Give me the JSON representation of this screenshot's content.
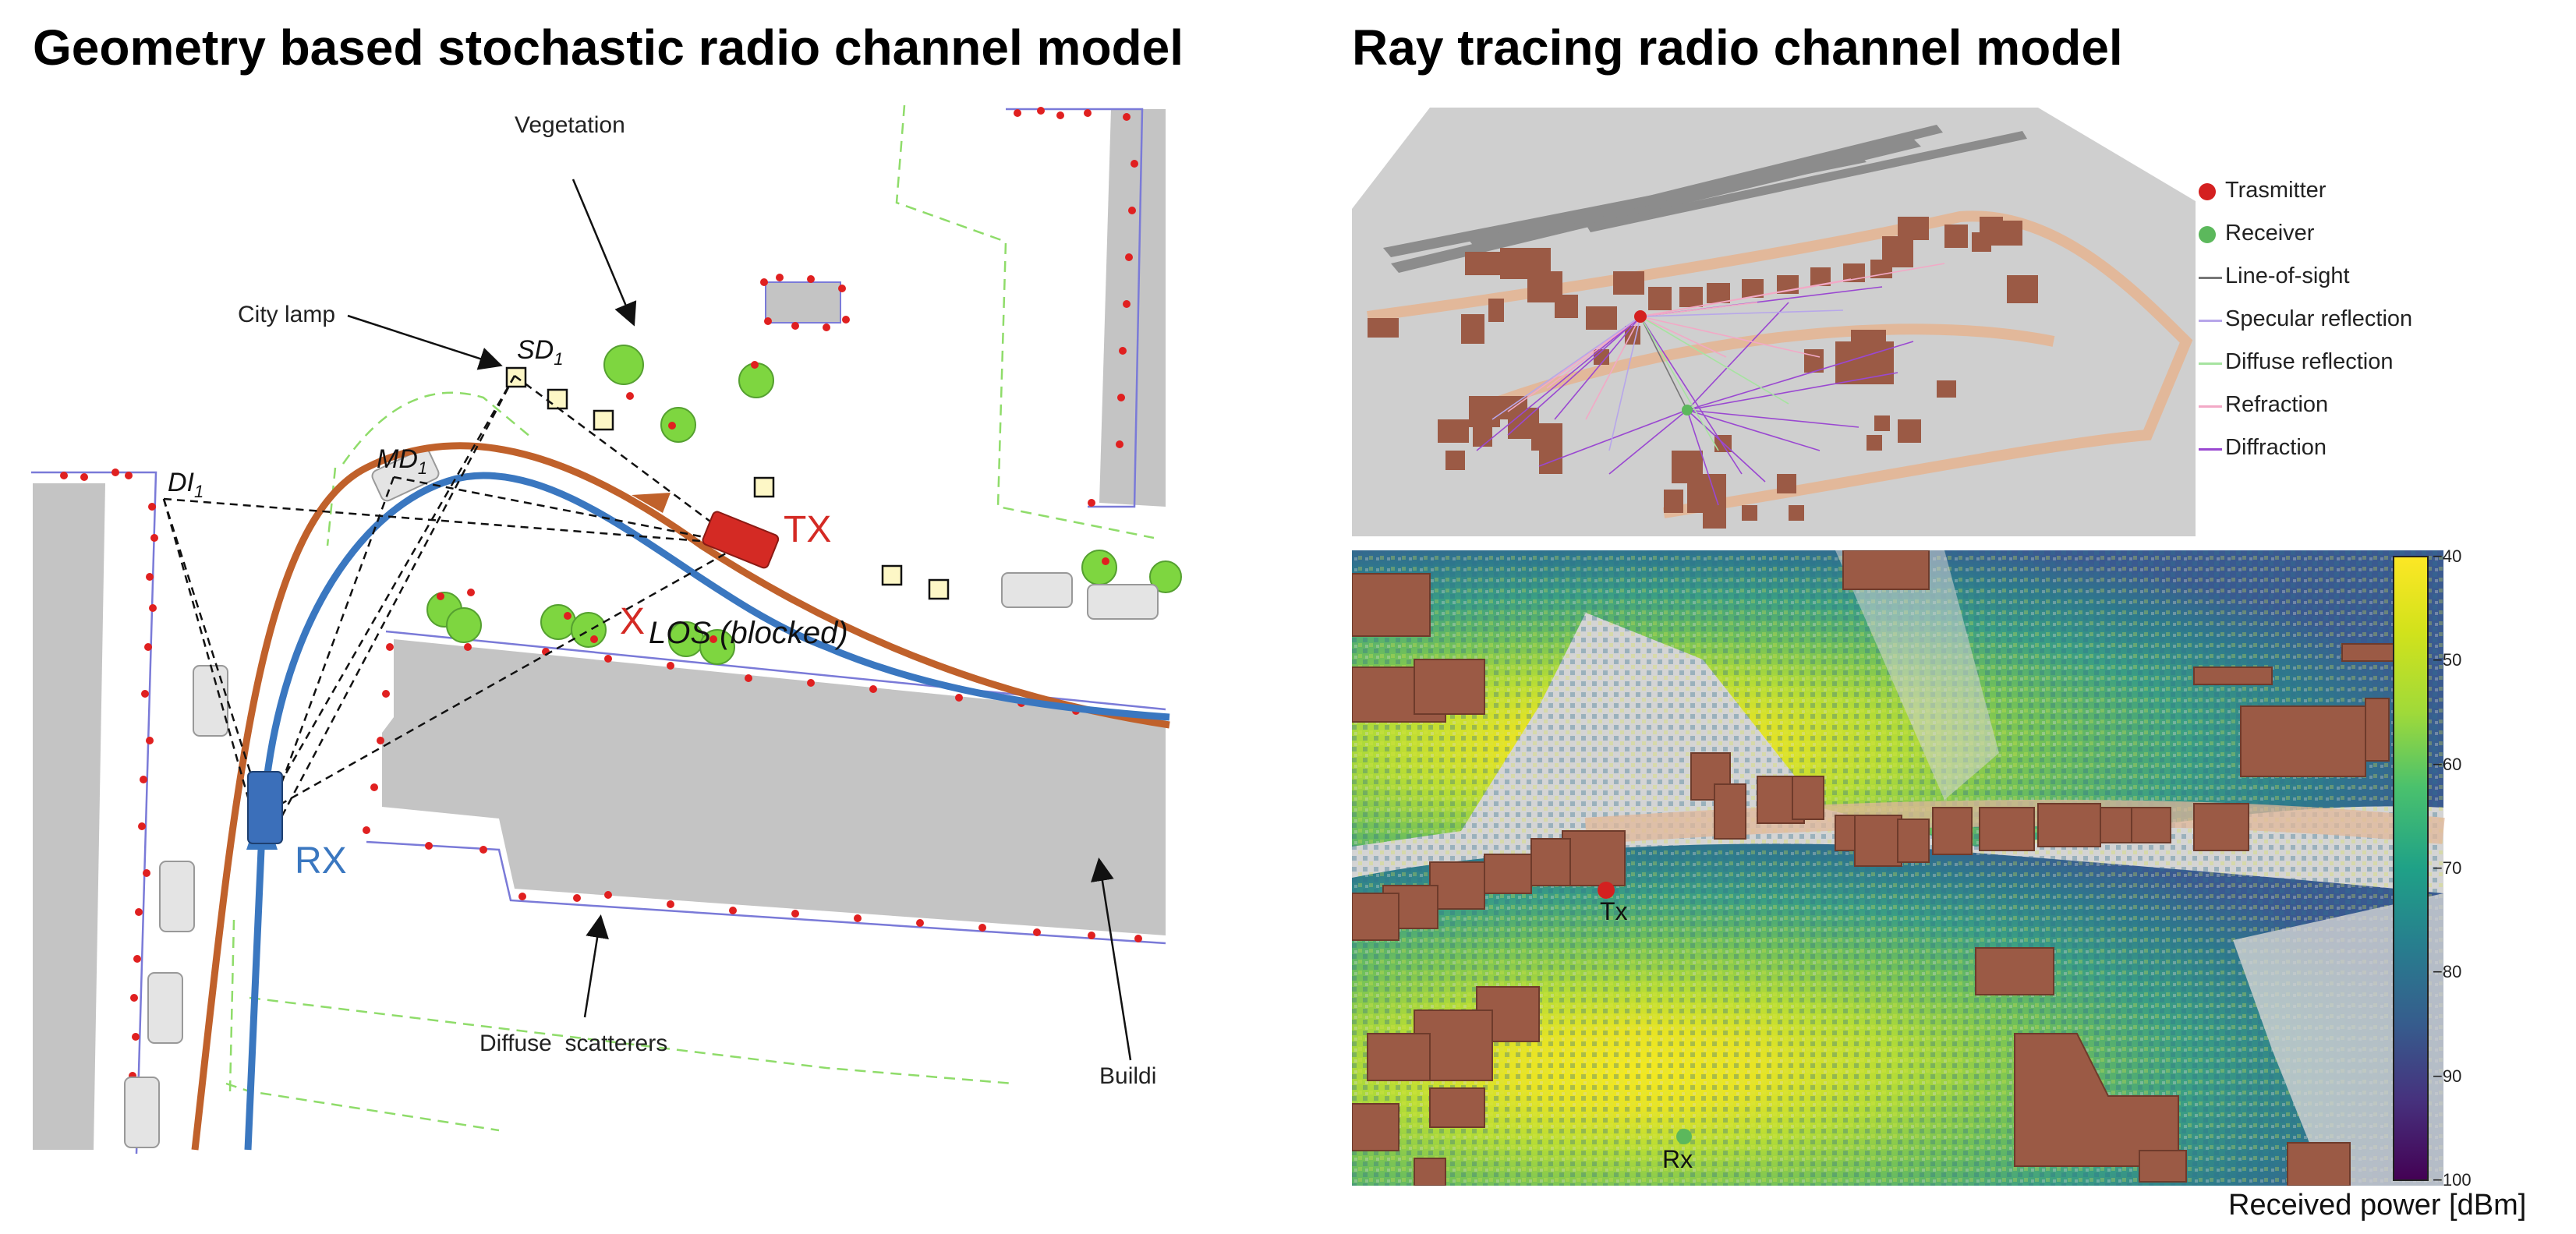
{
  "titles": {
    "left": "Geometry based stochastic radio channel model",
    "right": "Ray tracing radio channel model"
  },
  "gbsc": {
    "labels": {
      "vegetation": "Vegetation",
      "city_lamp": "City lamp",
      "sd_main": "SD",
      "sd_sub": "1",
      "md_main": "MD",
      "md_sub": "1",
      "di_main": "DI",
      "di_sub": "1",
      "tx": "TX",
      "rx": "RX",
      "blocked_mark": "X",
      "los_blocked": "LOS (blocked)",
      "diffuse_scatterers": "Diffuse  scatterers",
      "building": "Buildi"
    },
    "colors": {
      "tx_path": "#c0612b",
      "rx_path": "#3a77c0",
      "scatterer": "#e02020",
      "tx_vehicle": "#d42a24",
      "rx_vehicle": "#3b6fba",
      "building": "#c4c4c4",
      "vegetation": "#7ed640"
    }
  },
  "raytracing": {
    "legend": [
      {
        "kind": "dot",
        "color": "#d42020",
        "label": "Trasmitter"
      },
      {
        "kind": "dot",
        "color": "#5cb85c",
        "label": "Receiver"
      },
      {
        "kind": "line",
        "color": "#777777",
        "label": "Line-of-sight"
      },
      {
        "kind": "line",
        "color": "#b7a6ea",
        "label": "Specular reflection"
      },
      {
        "kind": "line",
        "color": "#a6e3a0",
        "label": "Diffuse reflection"
      },
      {
        "kind": "line",
        "color": "#f2a9c6",
        "label": "Refraction"
      },
      {
        "kind": "line",
        "color": "#9a48d1",
        "label": "Diffraction"
      }
    ],
    "tx_label": "Tx",
    "rx_label": "Rx",
    "colorbar": {
      "ticks": [
        "-40",
        "-50",
        "-60",
        "-70",
        "-80",
        "-90",
        "-100"
      ],
      "min": -100,
      "max": -40,
      "label": "Received power [dBm]",
      "colormap": "viridis"
    },
    "colors": {
      "building": "#9b5a45",
      "ground": "#d4d4d4",
      "road": "#e2b89a"
    }
  }
}
